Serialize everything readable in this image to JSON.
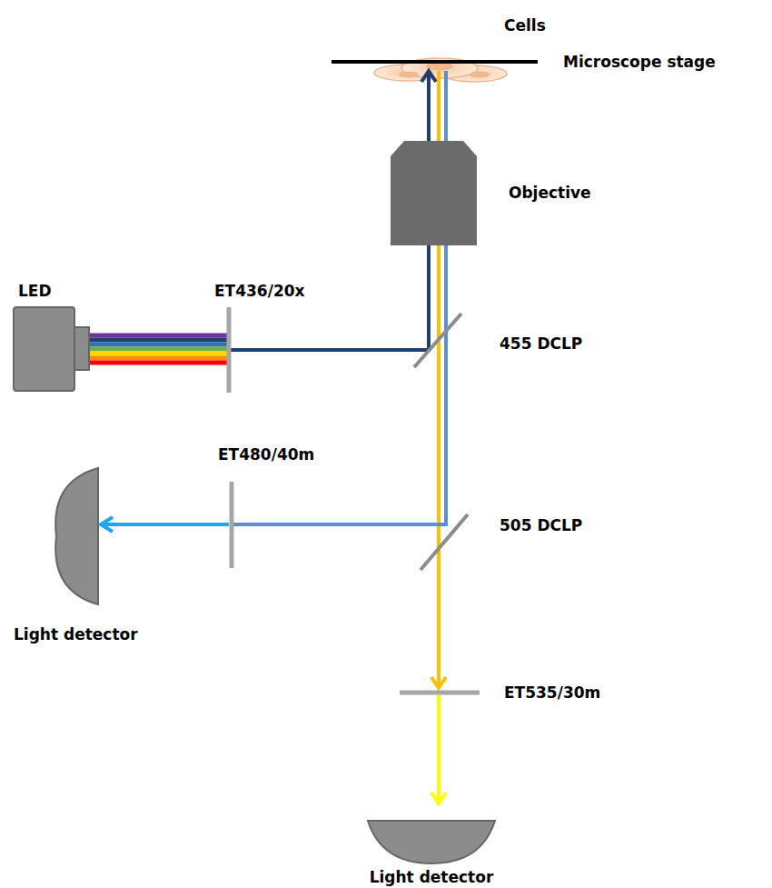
{
  "diagram": {
    "labels": [
      "Cells",
      "Microscope stage",
      "LED",
      "ET436/20x",
      "Objective",
      "455 DCLP",
      "ET480/40m",
      "505 DCLP",
      "Light detector",
      "ET535/30m",
      "Light detector"
    ]
  }
}
